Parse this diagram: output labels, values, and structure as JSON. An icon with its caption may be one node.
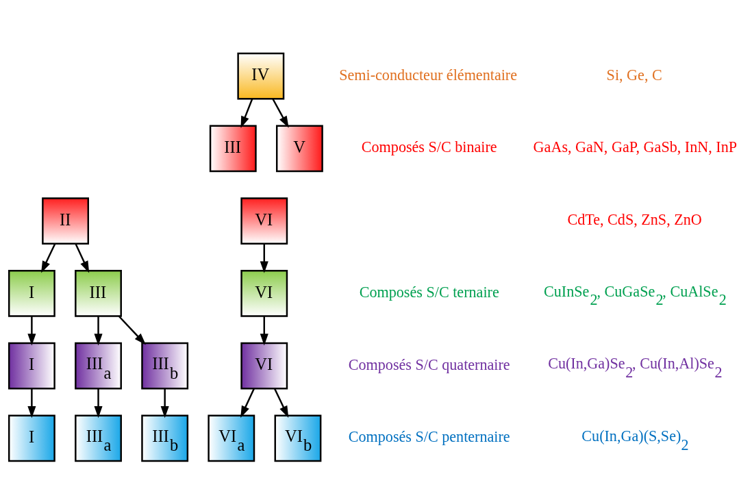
{
  "diagram": {
    "nodes": [
      {
        "text": [
          "IV"
        ]
      },
      {
        "text": [
          "III"
        ]
      },
      {
        "text": [
          "V"
        ]
      },
      {
        "text": [
          "II"
        ]
      },
      {
        "text": [
          "VI"
        ]
      },
      {
        "text": [
          "I"
        ]
      },
      {
        "text": [
          "III"
        ]
      },
      {
        "text": [
          "VI"
        ]
      },
      {
        "text": [
          "I"
        ]
      },
      {
        "text": [
          "III$_{a}$"
        ]
      },
      {
        "text": [
          "III$_{b}$"
        ]
      },
      {
        "text": [
          "VI"
        ]
      },
      {
        "text": [
          "I"
        ]
      },
      {
        "text": [
          "III$_{a}$"
        ]
      },
      {
        "text": [
          "III$_{b}$"
        ]
      },
      {
        "text": [
          "VI$_{a}$"
        ]
      },
      {
        "text": [
          "VI$_{b}$"
        ]
      }
    ],
    "edges": [
      {
        "from": 0,
        "to": 1,
        "arrow": "to"
      },
      {
        "from": 0,
        "to": 2,
        "arrow": "to"
      },
      {
        "from": 3,
        "to": 5,
        "arrow": "to"
      },
      {
        "from": 3,
        "to": 6,
        "arrow": "to"
      },
      {
        "from": 4,
        "to": 7,
        "arrow": "to"
      },
      {
        "from": 5,
        "to": 8,
        "arrow": "to"
      },
      {
        "from": 6,
        "to": 9,
        "arrow": "to"
      },
      {
        "from": 6,
        "to": 10,
        "arrow": "to"
      },
      {
        "from": 7,
        "to": 11,
        "arrow": "to"
      },
      {
        "from": 8,
        "to": 12,
        "arrow": "to"
      },
      {
        "from": 9,
        "to": 13,
        "arrow": "to"
      },
      {
        "from": 10,
        "to": 14,
        "arrow": "to"
      },
      {
        "from": 11,
        "to": 15,
        "arrow": "to"
      },
      {
        "from": 11,
        "to": 16,
        "arrow": "to"
      }
    ],
    "labels": [
      "Semi-conducteur élémentaire",
      "Si, Ge, C",
      "Composés S/C binaire",
      "GaAs, GaN, GaP, GaSb, InN, InP",
      "CdTe, CdS, ZnS, ZnO",
      "Composés S/C ternaire",
      "CuInSe$_{2}$, CuGaSe$_{2}$, CuAlSe$_{2}$",
      "Composés S/C quaternaire",
      "Cu(In,Ga)Se$_{2}$, Cu(In,Al)Se$_{2}$",
      "Composés S/C penternaire",
      "Cu(In,Ga)(S,Se)$_{2}$"
    ]
  }
}
